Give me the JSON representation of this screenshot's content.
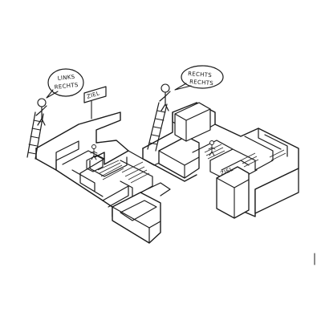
{
  "sketch": {
    "left_bubble": {
      "line1": "LINKS",
      "line2": "RECHTS"
    },
    "right_bubble": {
      "line1": "RECHTS",
      "line2": "RECHTS"
    },
    "goal_sign_left": "ZIEL",
    "goal_sign_right": "ZIEL"
  },
  "colors": {
    "paper": "#ffffff",
    "ink": "#1a1a1a"
  }
}
